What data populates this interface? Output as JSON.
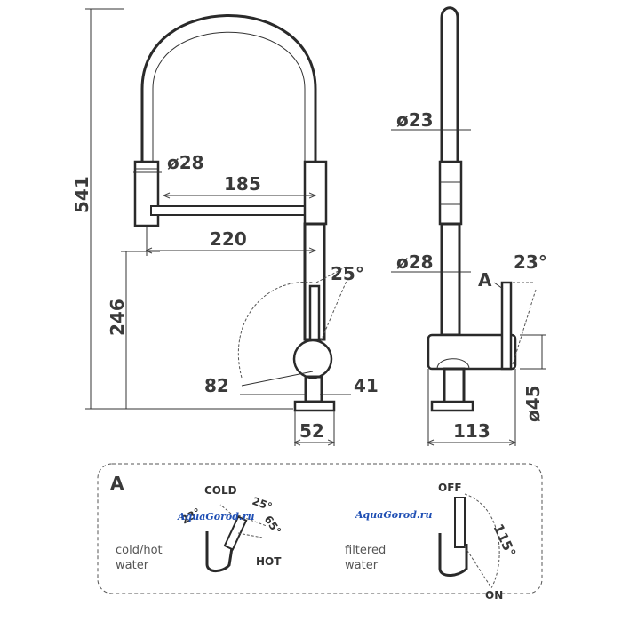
{
  "front_view": {
    "dim_height_total": "541",
    "dim_height_spout": "246",
    "dim_hose_diameter": "ø28",
    "dim_reach_inner": "185",
    "dim_reach_outer": "220",
    "dim_handle_angle": "25°",
    "dim_handle_offset_left": "82",
    "dim_handle_offset_right": "41",
    "dim_base_width": "52"
  },
  "side_view": {
    "dim_top_diameter": "ø23",
    "dim_body_diameter": "ø28",
    "label_a": "A",
    "dim_angle": "23°",
    "dim_base_height": "ø45",
    "dim_depth": "113"
  },
  "detail_a": {
    "title": "A",
    "left": {
      "label_cold": "COLD",
      "label_hot": "HOT",
      "angle_25": "25°",
      "angle_65": "65°",
      "angle_left": "23°",
      "caption_line1": "cold/hot",
      "caption_line2": "water"
    },
    "right": {
      "label_off": "OFF",
      "label_on": "ON",
      "angle": "115°",
      "caption_line1": "filtered",
      "caption_line2": "water"
    },
    "watermark": "AquaGorod.ru"
  }
}
